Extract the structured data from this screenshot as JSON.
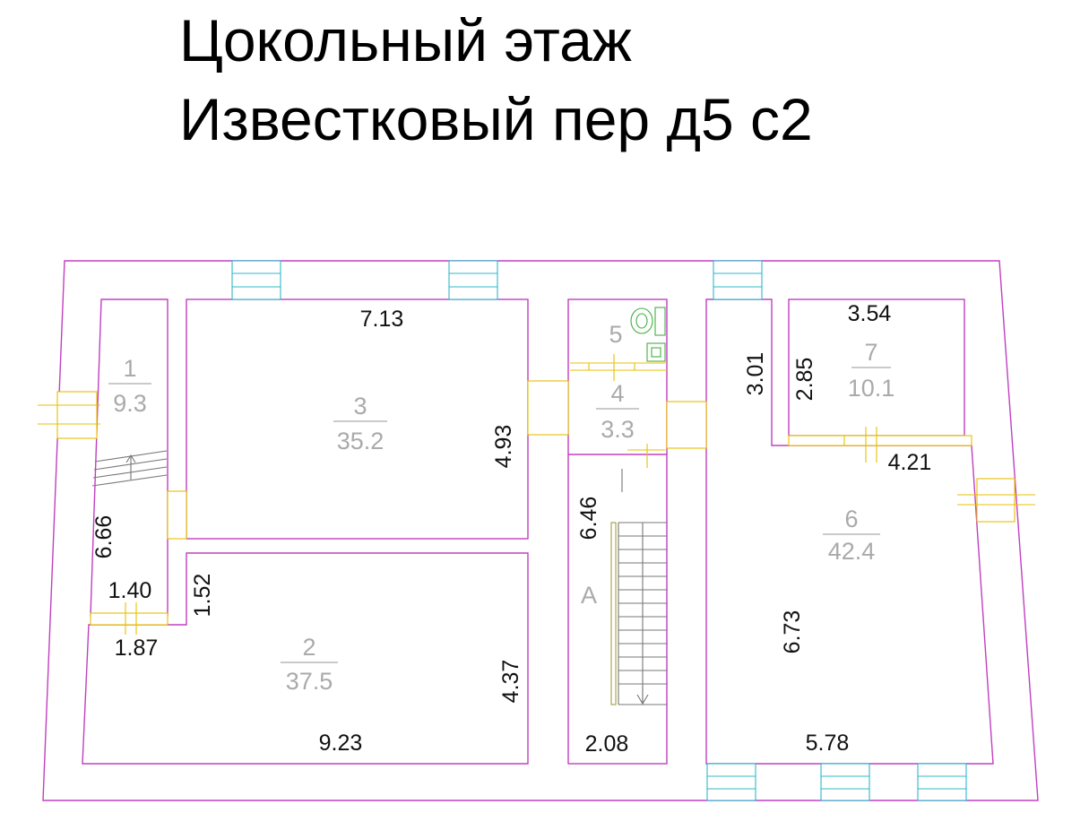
{
  "title": {
    "line1": "Цокольный этаж",
    "line2": "Известковый пер д5 с2"
  },
  "rooms": [
    {
      "num": "1",
      "area": "9.3"
    },
    {
      "num": "2",
      "area": "37.5"
    },
    {
      "num": "3",
      "area": "35.2"
    },
    {
      "num": "4",
      "area": "3.3"
    },
    {
      "num": "5",
      "area": ""
    },
    {
      "num": "6",
      "area": "42.4"
    },
    {
      "num": "7",
      "area": "10.1"
    }
  ],
  "dimensions": {
    "room3_top": "7.13",
    "room3_right": "4.93",
    "room7_top": "3.54",
    "room6_upper_left": "3.01",
    "room7_left": "2.85",
    "room7_bottom": "4.21",
    "corridor_left": "6.46",
    "room6_left": "6.73",
    "room1_left": "6.66",
    "room1_bottom": "1.40",
    "step_height": "1.52",
    "room2_top_left": "1.87",
    "room2_right": "4.37",
    "room2_bottom": "9.23",
    "corridor_bottom": "2.08",
    "room6_bottom": "5.78"
  },
  "stair_label": "А",
  "colors": {
    "walls": "#c040c0",
    "windows": "#30b8c8",
    "doors": "#e8c000",
    "room_numbers": "#aaaaaa"
  }
}
